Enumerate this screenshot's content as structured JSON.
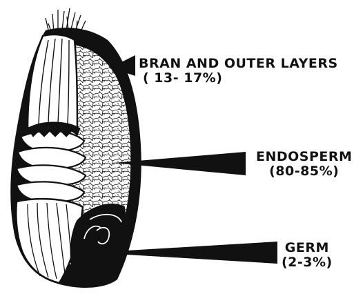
{
  "labels": {
    "bran": {
      "name": "BRAN AND OUTER LAYERS",
      "percent": "( 13- 17%)"
    },
    "endosperm": {
      "name": "ENDOSPERM",
      "percent": "(80-85%)"
    },
    "germ": {
      "name": "GERM",
      "percent": "(2-3%)"
    }
  },
  "colors": {
    "ink": "#111111",
    "paper": "#ffffff"
  }
}
